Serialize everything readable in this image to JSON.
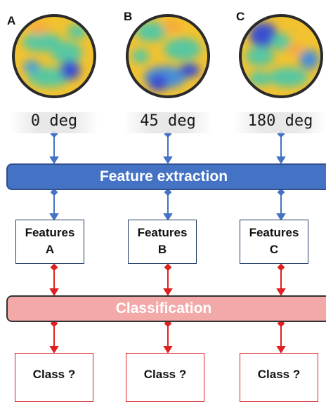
{
  "panels": [
    {
      "letter": "A",
      "angle": "0 deg"
    },
    {
      "letter": "B",
      "angle": "45 deg"
    },
    {
      "letter": "C",
      "angle": "180 deg"
    }
  ],
  "stages": {
    "feature_extraction": "Feature extraction",
    "classification": "Classification"
  },
  "features": [
    {
      "title": "Features",
      "letter": "A"
    },
    {
      "title": "Features",
      "letter": "B"
    },
    {
      "title": "Features",
      "letter": "C"
    }
  ],
  "classes": [
    "Class ?",
    "Class ?",
    "Class ?"
  ],
  "colors": {
    "blue_arrow": "#4472c4",
    "red_arrow": "#e02020",
    "extraction_bar": "#4472c4",
    "classification_bar": "#f4a9a9",
    "map_yellow": "#f2c230",
    "map_green": "#58c7a0",
    "map_blue": "#3b4fd0"
  }
}
